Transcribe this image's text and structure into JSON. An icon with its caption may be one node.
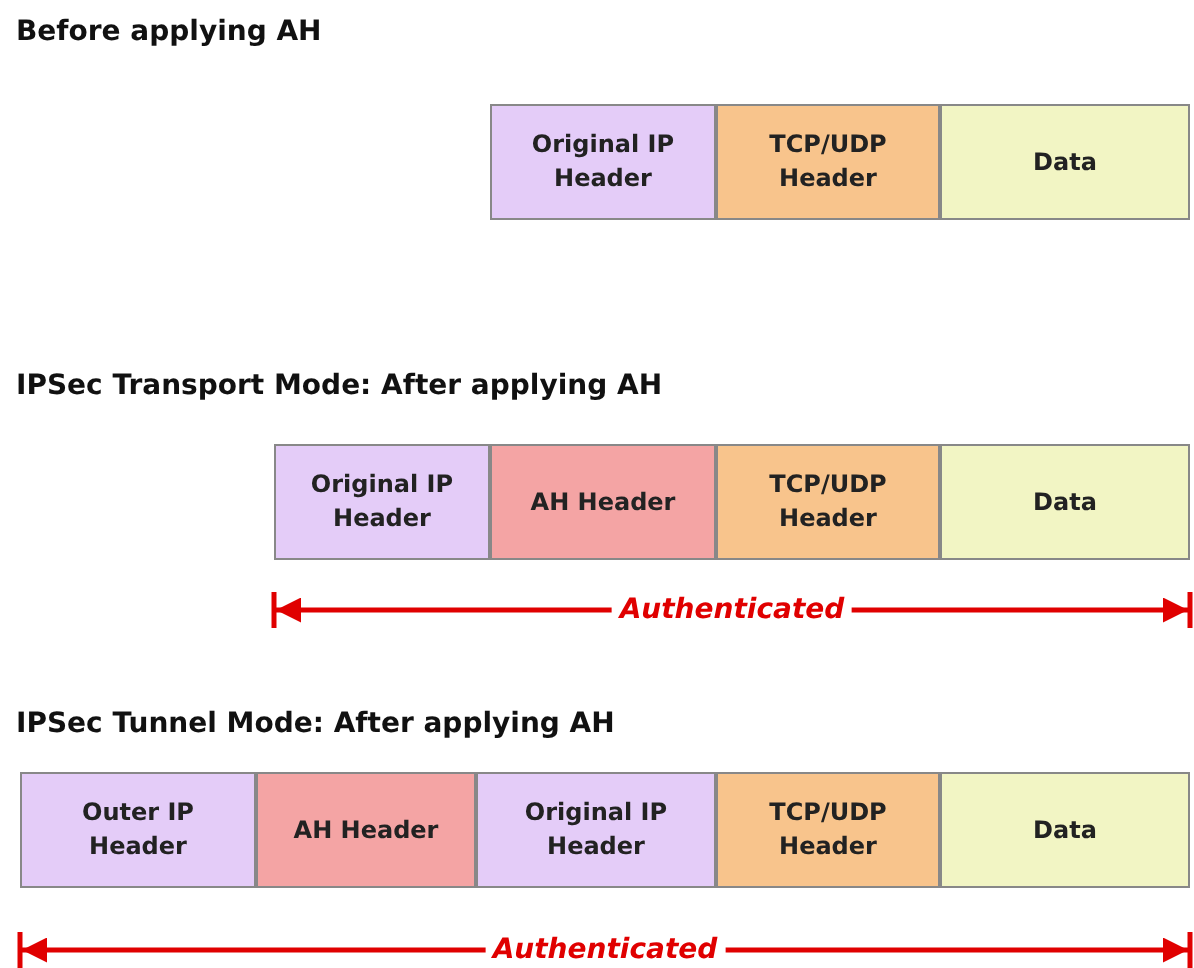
{
  "diagram": {
    "nodes": [
      {
        "text": [
          "Original IP Header"
        ]
      },
      {
        "text": [
          "TCP/UDP Header"
        ]
      },
      {
        "text": [
          "Data"
        ]
      },
      {
        "text": [
          "Original IP Header"
        ]
      },
      {
        "text": [
          "AH Header"
        ]
      },
      {
        "text": [
          "TCP/UDP Header"
        ]
      },
      {
        "text": [
          "Data"
        ]
      },
      {
        "text": [
          "Outer IP Header"
        ]
      },
      {
        "text": [
          "AH Header"
        ]
      },
      {
        "text": [
          "Original IP Header"
        ]
      },
      {
        "text": [
          "TCP/UDP Header"
        ]
      },
      {
        "text": [
          "Data"
        ]
      }
    ],
    "labels": [
      "Before applying AH",
      "IPSec Transport Mode: After applying AH",
      "Authenticated",
      "IPSec Tunnel Mode: After applying AH",
      "Authenticated"
    ]
  }
}
